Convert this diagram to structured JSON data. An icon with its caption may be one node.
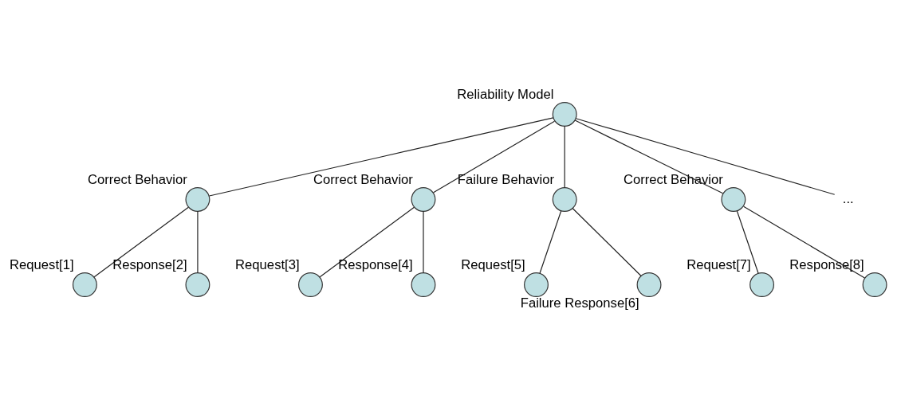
{
  "diagram": {
    "nodes": [
      {
        "text": [
          "Reliability Model"
        ]
      },
      {
        "text": [
          "Correct Behavior"
        ]
      },
      {
        "text": [
          "Request[1]"
        ]
      },
      {
        "text": [
          "Response[2]"
        ]
      },
      {
        "text": [
          "Correct Behavior"
        ]
      },
      {
        "text": [
          "Request[3]"
        ]
      },
      {
        "text": [
          "Response[4]"
        ]
      },
      {
        "text": [
          "Failure Behavior"
        ]
      },
      {
        "text": [
          "Request[5]"
        ]
      },
      {
        "text": [
          "Failure Response[6]"
        ]
      },
      {
        "text": [
          "Correct Behavior"
        ]
      },
      {
        "text": [
          "Request[7]"
        ]
      },
      {
        "text": [
          "Response[8]"
        ]
      },
      {
        "text": [
          "..."
        ]
      }
    ],
    "edges": [
      {
        "from": 0,
        "to": 1,
        "arrow": "none"
      },
      {
        "from": 1,
        "to": 2,
        "arrow": "none"
      },
      {
        "from": 1,
        "to": 3,
        "arrow": "none"
      },
      {
        "from": 0,
        "to": 4,
        "arrow": "none"
      },
      {
        "from": 4,
        "to": 5,
        "arrow": "none"
      },
      {
        "from": 4,
        "to": 6,
        "arrow": "none"
      },
      {
        "from": 0,
        "to": 7,
        "arrow": "none"
      },
      {
        "from": 7,
        "to": 8,
        "arrow": "none"
      },
      {
        "from": 7,
        "to": 9,
        "arrow": "none"
      },
      {
        "from": 0,
        "to": 10,
        "arrow": "none"
      },
      {
        "from": 10,
        "to": 11,
        "arrow": "none"
      },
      {
        "from": 10,
        "to": 12,
        "arrow": "none"
      },
      {
        "from": 0,
        "to": 13,
        "arrow": "none"
      }
    ]
  }
}
